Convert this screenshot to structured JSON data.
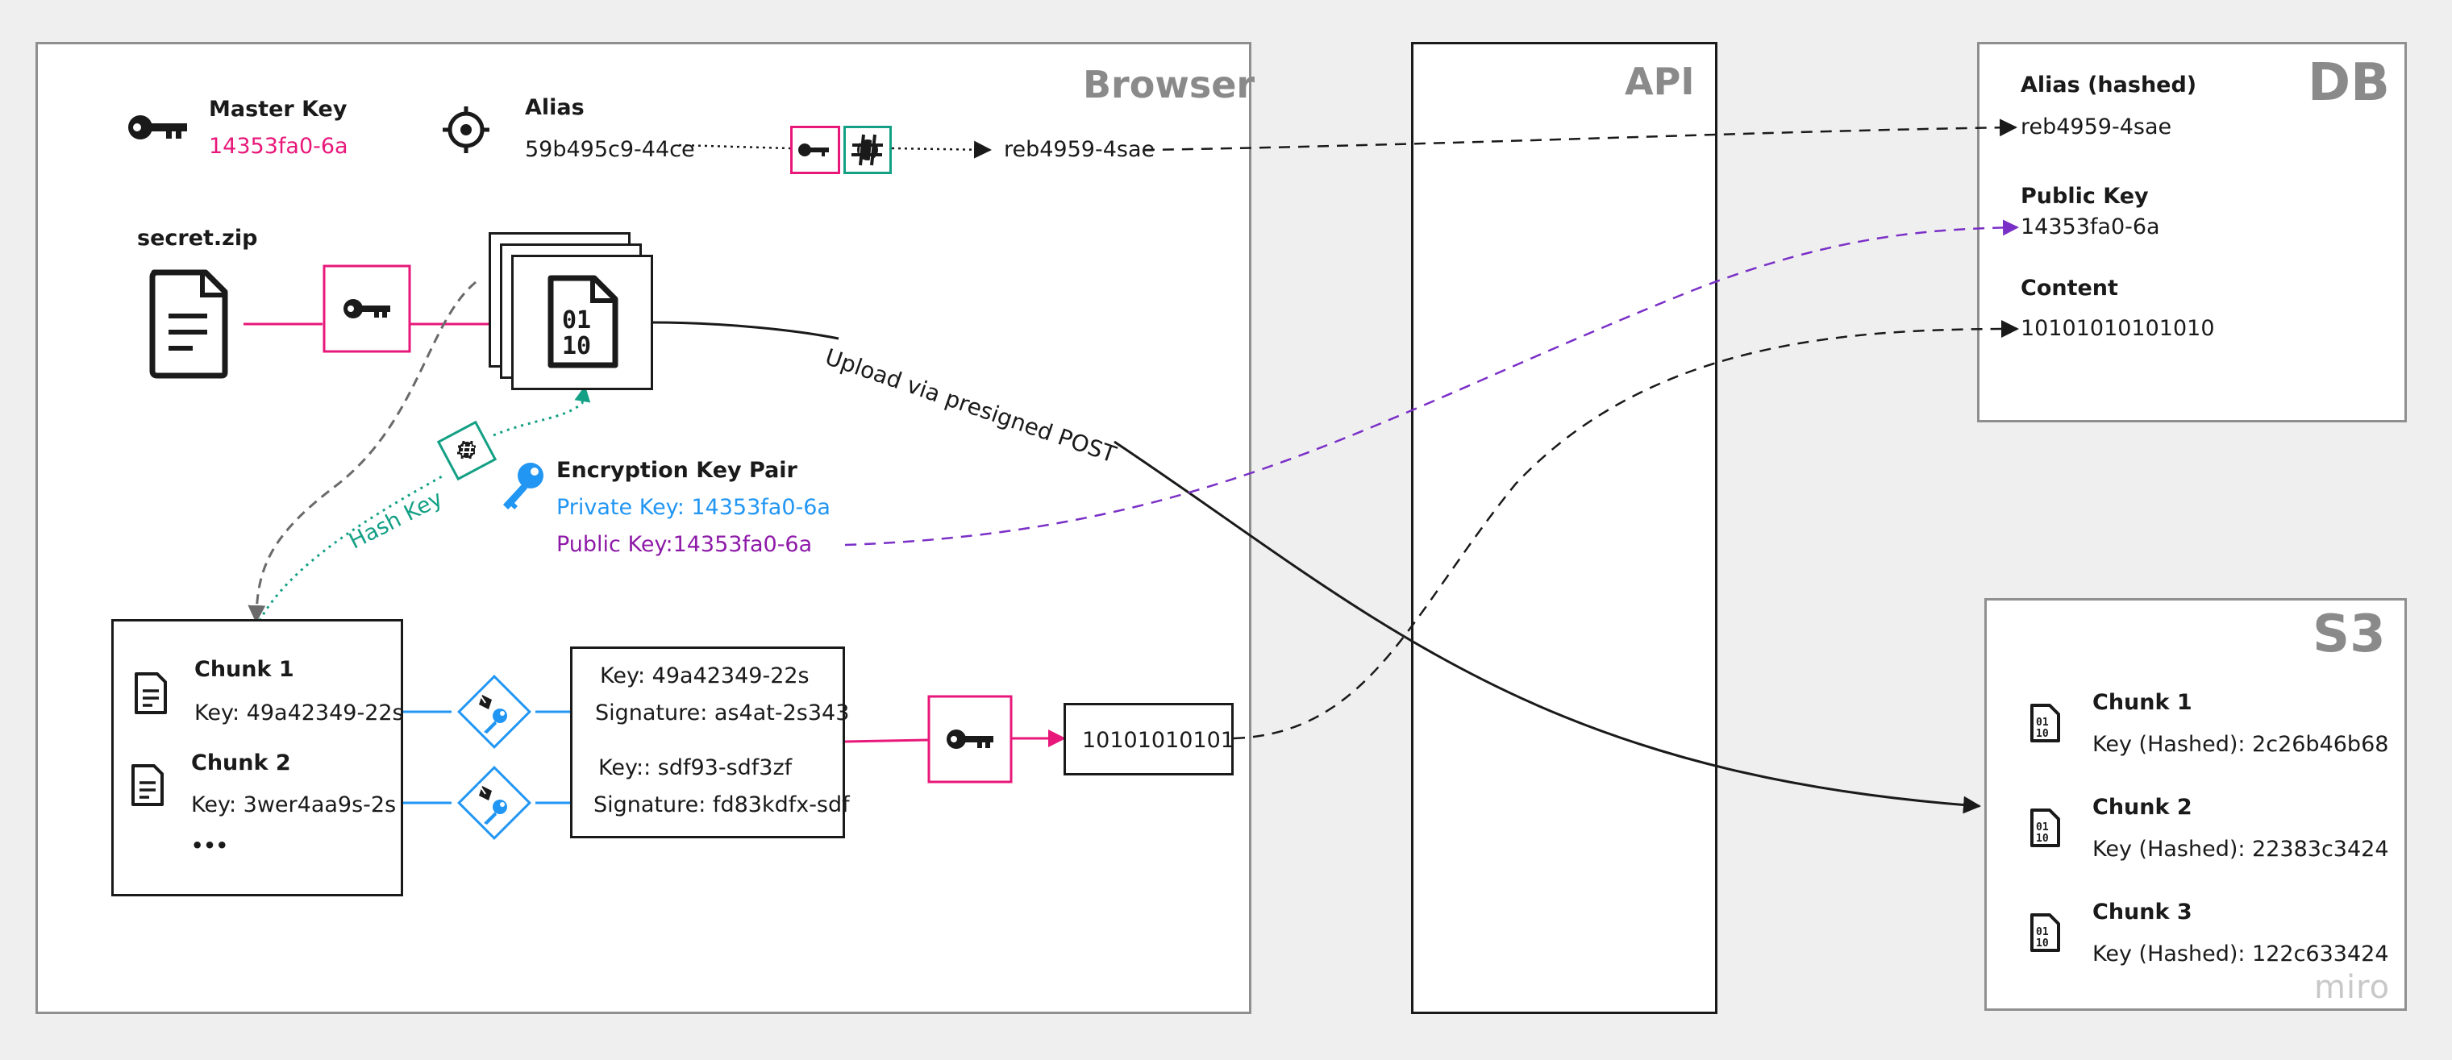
{
  "panels": {
    "browser": "Browser",
    "api": "API",
    "db": "DB",
    "s3": "S3"
  },
  "browser": {
    "master_key": {
      "label": "Master Key",
      "value": "14353fa0-6a"
    },
    "alias": {
      "label": "Alias",
      "value": "59b495c9-44ce",
      "hashed_value": "reb4959-4sae"
    },
    "file_name": "secret.zip",
    "encryption_key_pair": {
      "label": "Encryption Key Pair",
      "private_key": "Private Key: 14353fa0-6a",
      "public_key": "Public Key:14353fa0-6a"
    },
    "hash_key_label": "Hash Key",
    "upload_label": "Upload via presigned POST",
    "chunks": [
      {
        "title": "Chunk 1",
        "key": "Key: 49a42349-22s"
      },
      {
        "title": "Chunk 2",
        "key": "Key: 3wer4aa9s-2s"
      }
    ],
    "chunks_more": "•••",
    "signed": [
      {
        "key": "Key: 49a42349-22s",
        "signature": "Signature: as4at-2s343"
      },
      {
        "key": "Key:: sdf93-sdf3zf",
        "signature": "Signature: fd83kdfx-sdf"
      }
    ],
    "encrypted_output": "10101010101"
  },
  "db": {
    "alias_label": "Alias (hashed)",
    "alias_value": "reb4959-4sae",
    "public_key_label": "Public Key",
    "public_key_value": "14353fa0-6a",
    "content_label": "Content",
    "content_value": "10101010101010"
  },
  "s3": {
    "items": [
      {
        "title": "Chunk 1",
        "key": "Key (Hashed): 2c26b46b68"
      },
      {
        "title": "Chunk 2",
        "key": "Key (Hashed): 22383c3424"
      },
      {
        "title": "Chunk 3",
        "key": "Key (Hashed): 122c633424"
      }
    ]
  },
  "watermark": "miro",
  "colors": {
    "pink": "#e8187a",
    "teal": "#13a085",
    "blue": "#2196f3",
    "purple": "#7a2fc7",
    "panel_border": "#8f8f8f",
    "panel_title": "#8a8a8a"
  },
  "icons": [
    "key-icon",
    "target-icon",
    "hash-icon",
    "document-icon",
    "binary-file-icon",
    "pen-key-icon",
    "encryption-key-icon"
  ]
}
